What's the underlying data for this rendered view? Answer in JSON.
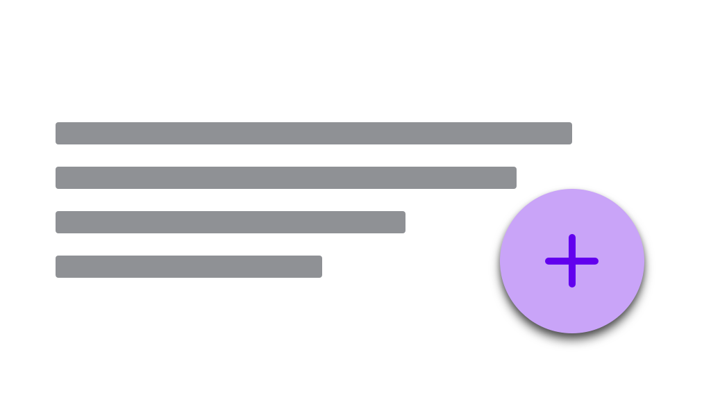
{
  "skeleton_lines": [
    {
      "id": "line-1",
      "fraction": 1.0
    },
    {
      "id": "line-2",
      "fraction": 0.892
    },
    {
      "id": "line-3",
      "fraction": 0.677
    },
    {
      "id": "line-4",
      "fraction": 0.516
    }
  ],
  "fab": {
    "icon": "plus-icon",
    "action": "add"
  },
  "colors": {
    "placeholder": "#8f9195",
    "fab_bg": "#c9a4f8",
    "fab_icon": "#6200ee",
    "background": "#ffffff"
  }
}
